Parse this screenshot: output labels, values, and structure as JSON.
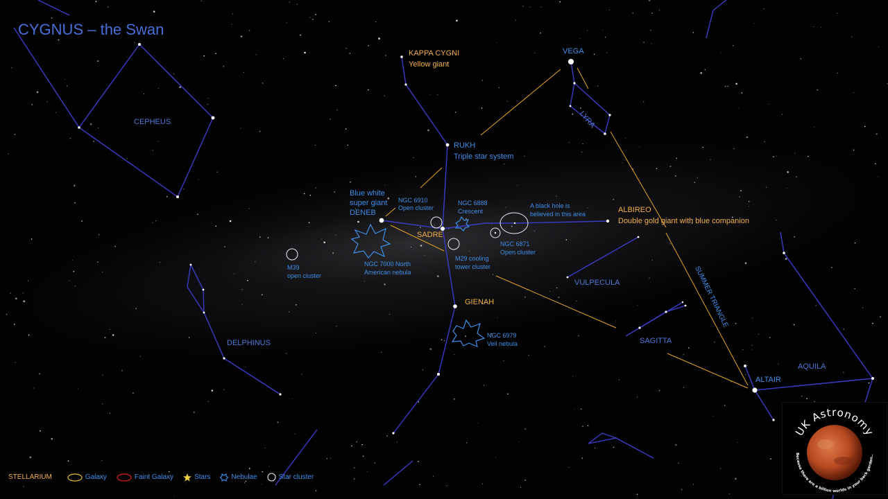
{
  "title": "CYGNUS – the Swan",
  "labels": {
    "cepheus": "CEPHEUS",
    "kappa_cygni": "KAPPA CYGNI",
    "kappa_desc": "Yellow giant",
    "vega": "VEGA",
    "lyra": "LYRA",
    "rukh": "RUKH",
    "rukh_desc": "Triple star system",
    "deneb_desc1": "Blue white",
    "deneb_desc2": "super giant",
    "deneb": "DENEB",
    "ngc6910_name": "NGC 6910",
    "ngc6910_desc": "Open cluster",
    "ngc6888_name": "NGC 6888",
    "ngc6888_desc": "Crescent",
    "blackhole1": "A black hole is",
    "blackhole2": "believed in this area",
    "albireo": "ALBIREO",
    "albireo_desc": "Double gold giant with blue companion",
    "sadre": "SADRE",
    "ngc6871_name": "NGC 6871",
    "ngc6871_desc": "Open cluster",
    "m29_name": "M29 cooling",
    "m29_desc": "tower cluster",
    "ngc7000_name": "NGC 7000 North",
    "ngc7000_desc": "American nebula",
    "m39_name": "M39",
    "m39_desc": "open cluster",
    "vulpecula": "VULPECULA",
    "summer_triangle": "SUMMER TRIANGLE",
    "gienah": "GIENAH",
    "ngc6979_name": "NGC 6979",
    "ngc6979_desc": "Veil nebula",
    "sagitta": "SAGITTA",
    "delphinus": "DELPHINUS",
    "altair": "ALTAIR",
    "aquila": "AQUILA"
  },
  "legend": {
    "source": "STELLARIUM",
    "galaxy": "Galaxy",
    "faint_galaxy": "Faint Galaxy",
    "stars": "Stars",
    "nebulae": "Nebulae",
    "star_cluster": "Star cluster"
  },
  "logo": {
    "name": "UK Astronomy",
    "tagline": "Because there are a billion worlds in your back garden..."
  },
  "colors": {
    "constellation_line": "#3c3cc8",
    "pointer_line": "#e8a420",
    "label_blue": "#4f78d8",
    "label_orange": "#f2b04a"
  }
}
